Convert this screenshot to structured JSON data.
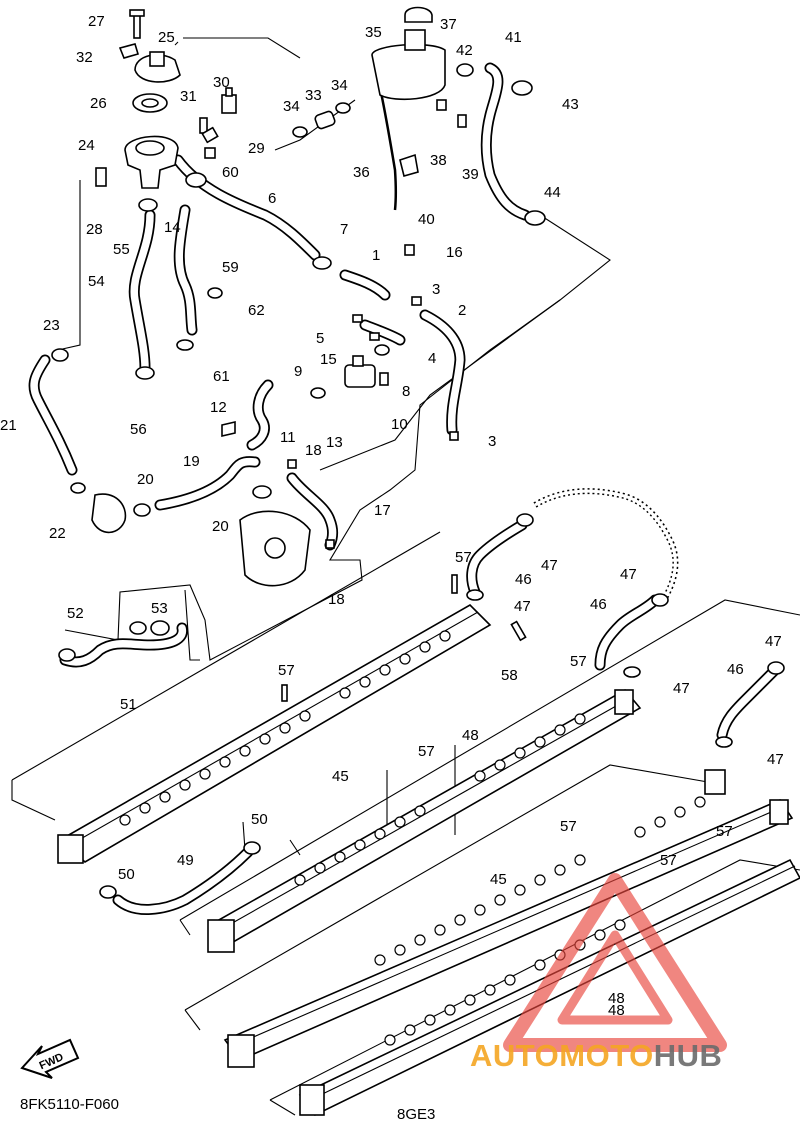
{
  "diagram": {
    "labels": [
      "1",
      "2",
      "3",
      "3",
      "4",
      "5",
      "6",
      "7",
      "8",
      "9",
      "10",
      "11",
      "12",
      "13",
      "14",
      "15",
      "16",
      "17",
      "18",
      "18",
      "19",
      "20",
      "20",
      "21",
      "22",
      "23",
      "24",
      "25",
      "26",
      "27",
      "28",
      "29",
      "30",
      "31",
      "32",
      "33",
      "34",
      "34",
      "35",
      "36",
      "37",
      "38",
      "39",
      "40",
      "41",
      "42",
      "43",
      "44",
      "45",
      "45",
      "46",
      "46",
      "46",
      "47",
      "47",
      "47",
      "47",
      "47",
      "47",
      "48",
      "48",
      "49",
      "50",
      "50",
      "51",
      "52",
      "53",
      "54",
      "55",
      "56",
      "57",
      "57",
      "57",
      "57",
      "57",
      "57",
      "57",
      "58",
      "59",
      "60",
      "61",
      "62"
    ],
    "fwd_label": "FWD",
    "part_code": "8FK5110-F060",
    "model_code": "8GE3"
  },
  "watermark": {
    "text_a": "AUTOMOTO",
    "text_b": "HUB",
    "color_a": "#f5a623",
    "color_b": "#6b6b6b",
    "logo_color": "#e8453c",
    "logo_label": "48"
  }
}
